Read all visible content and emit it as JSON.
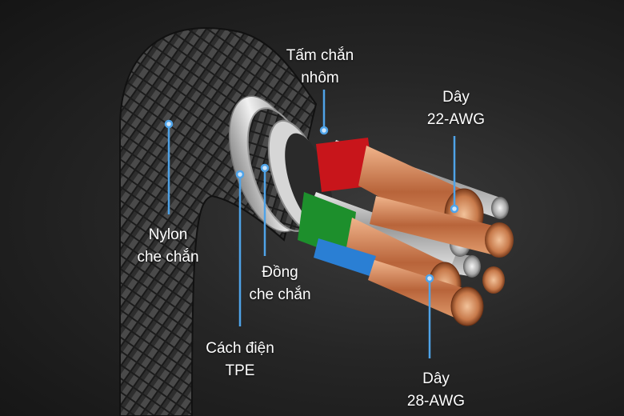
{
  "labels": {
    "tam_chan": {
      "line1": "Tấm chắn",
      "line2": "nhôm"
    },
    "day_22": {
      "line1": "Dây",
      "line2": "22-AWG"
    },
    "nylon": {
      "line1": "Nylon",
      "line2": "che chắn"
    },
    "dong": {
      "line1": "Đồng",
      "line2": "che chắn"
    },
    "cach_dien": {
      "line1": "Cách điện",
      "line2": "TPE"
    },
    "day_28": {
      "line1": "Dây",
      "line2": "28-AWG"
    }
  },
  "colors": {
    "leader": "#4fa3e8",
    "braid": "#3a3a3a",
    "red_insulation": "#c8151b",
    "green_insulation": "#1d8f2c",
    "blue_insulation": "#2a7fd4",
    "copper": "#d98a5a",
    "silver": "#b9b9b9"
  }
}
